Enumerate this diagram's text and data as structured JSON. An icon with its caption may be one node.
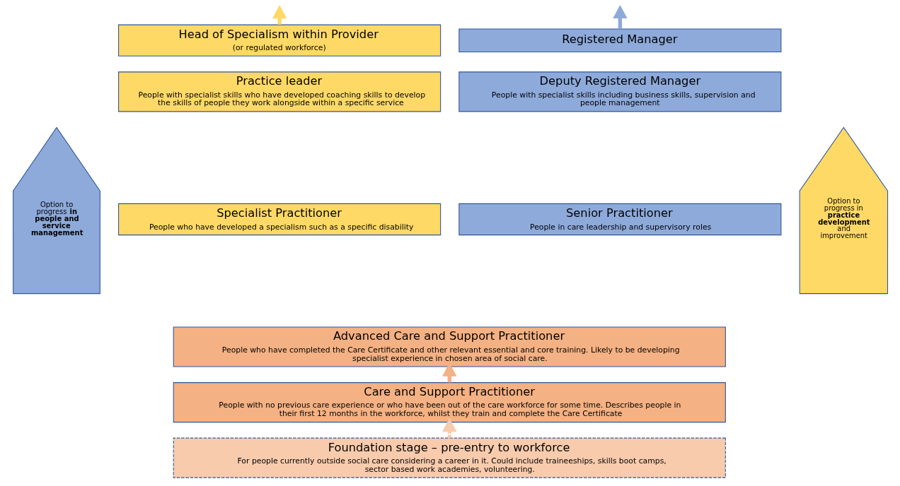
{
  "diagram": {
    "nodes": [
      {
        "text": [
          "Head of Specialism within Provider",
          "(or regulated workforce)"
        ]
      },
      {
        "text": [
          "Registered Manager"
        ]
      },
      {
        "text": [
          "Practice leader",
          "People with specialist skills who have developed coaching skills to develop the skills of people they work alongside within a specific service"
        ]
      },
      {
        "text": [
          "Deputy Registered Manager",
          "People with specialist skills including business skills, supervision and people management"
        ]
      },
      {
        "text": [
          "Specialist Practitioner",
          "People who have developed a specialism such as a specific disability"
        ]
      },
      {
        "text": [
          "Senior Practitioner",
          "People in care leadership and supervisory roles"
        ]
      },
      {
        "text": [
          "Advanced Care and Support Practitioner",
          "People who have completed the Care Certificate and other relevant essential and core training. Likely to be developing specialist experience in chosen area of social care."
        ]
      },
      {
        "text": [
          "Care and Support Practitioner",
          "People with no previous care experience or who have been out of the care workforce for some time. Describes people in their first 12 months in the workforce, whilst they train and complete the Care Certificate"
        ]
      },
      {
        "text": [
          "Foundation stage – pre-entry to workforce",
          "For people currently outside social care considering a career in it. Could include traineeships, skills boot camps, sector based work academies, volunteering."
        ]
      },
      {
        "text": [
          "Option to progress  in **practice development** and improvement"
        ]
      },
      {
        "text": [
          "Option to progress  **in people and service management**"
        ]
      }
    ],
    "edges": [
      {
        "from": 0,
        "to": null,
        "arrow": "to",
        "color": "#ffd966"
      },
      {
        "from": 1,
        "to": null,
        "arrow": "to",
        "color": "#8eaadb"
      },
      {
        "from": 7,
        "to": 6,
        "arrow": "to",
        "color": "#f4b183"
      },
      {
        "from": 8,
        "to": 7,
        "arrow": "to",
        "style": "dashed",
        "color": "#f8cbad"
      }
    ]
  }
}
